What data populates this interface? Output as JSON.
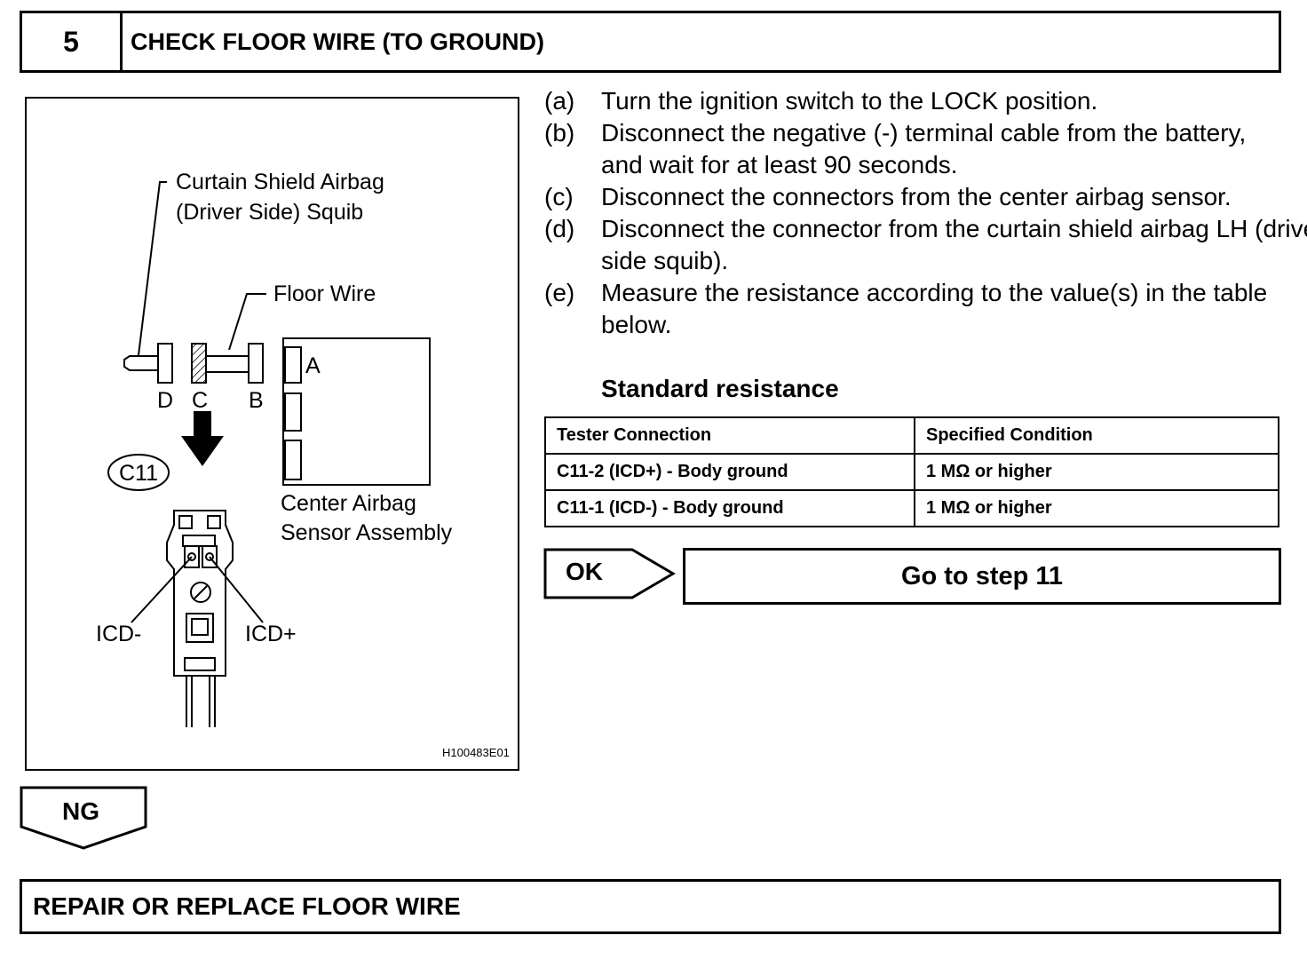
{
  "header": {
    "step_number": "5",
    "title": "CHECK FLOOR WIRE (TO GROUND)"
  },
  "figure": {
    "label_squib_line1": "Curtain Shield Airbag",
    "label_squib_line2": "(Driver Side) Squib",
    "label_floor_wire": "Floor Wire",
    "connector_d": "D",
    "connector_c": "C",
    "connector_b": "B",
    "connector_a": "A",
    "connector_code": "C11",
    "label_sensor_line1": "Center Airbag",
    "label_sensor_line2": "Sensor Assembly",
    "label_icd_minus": "ICD-",
    "label_icd_plus": "ICD+",
    "figure_id": "H100483E01"
  },
  "steps": [
    {
      "letter": "(a)",
      "text": "Turn the ignition switch to the LOCK position."
    },
    {
      "letter": "(b)",
      "text": "Disconnect the negative (-) terminal cable from the battery, and wait for at least 90 seconds."
    },
    {
      "letter": "(c)",
      "text": "Disconnect the connectors from the center airbag sensor."
    },
    {
      "letter": "(d)",
      "text": "Disconnect the connector from the curtain shield airbag LH (driver side squib)."
    },
    {
      "letter": "(e)",
      "text": "Measure the resistance according to the value(s) in the table below."
    }
  ],
  "standard_label": "Standard resistance",
  "table": {
    "headers": [
      "Tester Connection",
      "Specified Condition"
    ],
    "rows": [
      [
        "C11-2 (ICD+) - Body ground",
        "1 MΩ or higher"
      ],
      [
        "C11-1 (ICD-) - Body ground",
        "1 MΩ or higher"
      ]
    ]
  },
  "ok": {
    "label": "OK",
    "action": "Go to step 11"
  },
  "ng": {
    "label": "NG",
    "action": "REPAIR OR REPLACE FLOOR WIRE"
  }
}
